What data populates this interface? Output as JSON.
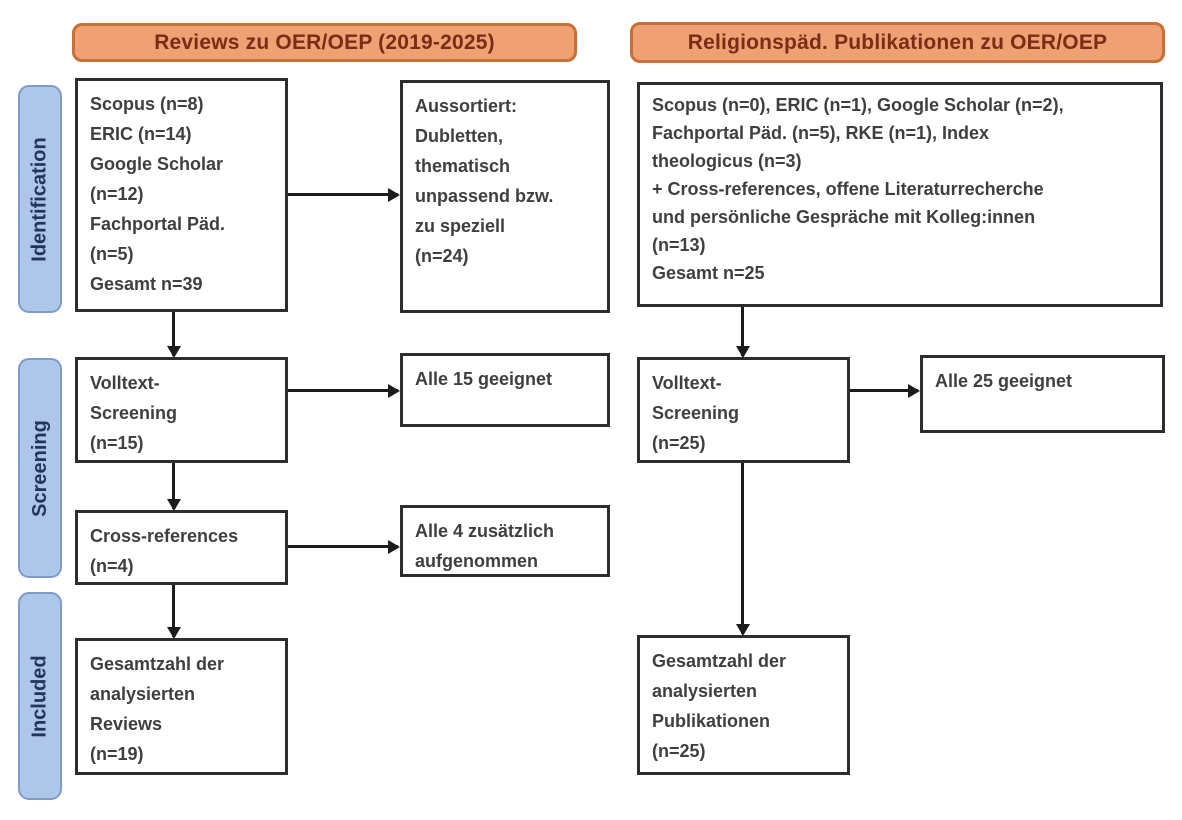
{
  "colors": {
    "header_fill": "#f0a173",
    "header_border": "#c87038",
    "header_text": "#7b2c17",
    "stage_fill": "#aec7e8",
    "stage_border": "#7f9cc9",
    "stage_text": "#21365a",
    "box_border": "#2d2d2d",
    "box_text": "#3f3f3f",
    "arrow": "#1c1c1c",
    "background": "#ffffff"
  },
  "headers": {
    "left": "Reviews zu OER/OEP (2019-2025)",
    "right": "Religionspäd. Publikationen zu OER/OEP"
  },
  "stages": {
    "identification": "Identification",
    "screening": "Screening",
    "included": "Included"
  },
  "left_column": {
    "sources_box": [
      "Scopus (n=8)",
      "ERIC (n=14)",
      "Google Scholar",
      "(n=12)",
      "Fachportal Päd.",
      "(n=5)",
      "Gesamt n=39"
    ],
    "excluded_box": [
      "Aussortiert:",
      "Dubletten,",
      "thematisch",
      "unpassend bzw.",
      "zu speziell",
      "(n=24)"
    ],
    "fulltext_box": [
      "Volltext-",
      "Screening",
      "(n=15)"
    ],
    "fulltext_result_box": [
      "Alle 15 geeignet"
    ],
    "crossref_box": [
      "Cross-references",
      "(n=4)"
    ],
    "crossref_result_box": [
      "Alle 4 zusätzlich",
      "aufgenommen"
    ],
    "included_box": [
      "Gesamtzahl der",
      "analysierten",
      "Reviews",
      "(n=19)"
    ]
  },
  "right_column": {
    "sources_box": [
      "Scopus (n=0), ERIC (n=1), Google Scholar (n=2),",
      "Fachportal Päd. (n=5), RKE (n=1), Index",
      "theologicus (n=3)",
      "+ Cross-references, offene Literaturrecherche",
      "und persönliche Gespräche mit Kolleg:innen",
      "(n=13)",
      "Gesamt n=25"
    ],
    "fulltext_box": [
      "Volltext-",
      "Screening",
      "(n=25)"
    ],
    "fulltext_result_box": [
      "Alle 25 geeignet"
    ],
    "included_box": [
      "Gesamtzahl der",
      "analysierten",
      "Publikationen",
      "(n=25)"
    ]
  }
}
